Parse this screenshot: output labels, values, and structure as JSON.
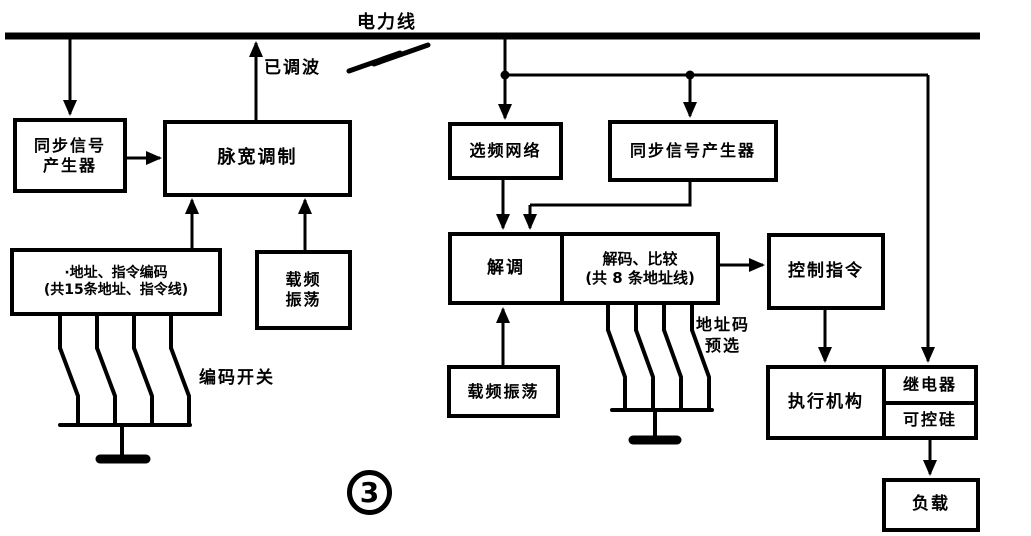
{
  "figure": {
    "number": "3"
  },
  "labels": {
    "power_line": "电力线",
    "modulated_wave": "已调波",
    "coding_switches": "编码开关",
    "address_preselect": [
      "地址码",
      "预选"
    ]
  },
  "transmitter": {
    "sync_generator": [
      "同步信号",
      "产生器"
    ],
    "pwm": "脉宽调制",
    "encoder": [
      "·地址、指令编码",
      "(共15条地址、指令线)"
    ],
    "carrier_osc": [
      "载频",
      "振荡"
    ]
  },
  "receiver": {
    "freq_select": "选频网络",
    "sync_generator": "同步信号产生器",
    "demodulator": "解调",
    "decoder": [
      "解码、比较",
      "(共 8 条地址线)"
    ],
    "control_cmd": "控制指令",
    "carrier_osc": "载频振荡",
    "actuator": "执行机构",
    "relay": "继电器",
    "thyristor": "可控硅",
    "load": "负载"
  },
  "colors": {
    "ink": "#000000",
    "background": "#ffffff"
  }
}
